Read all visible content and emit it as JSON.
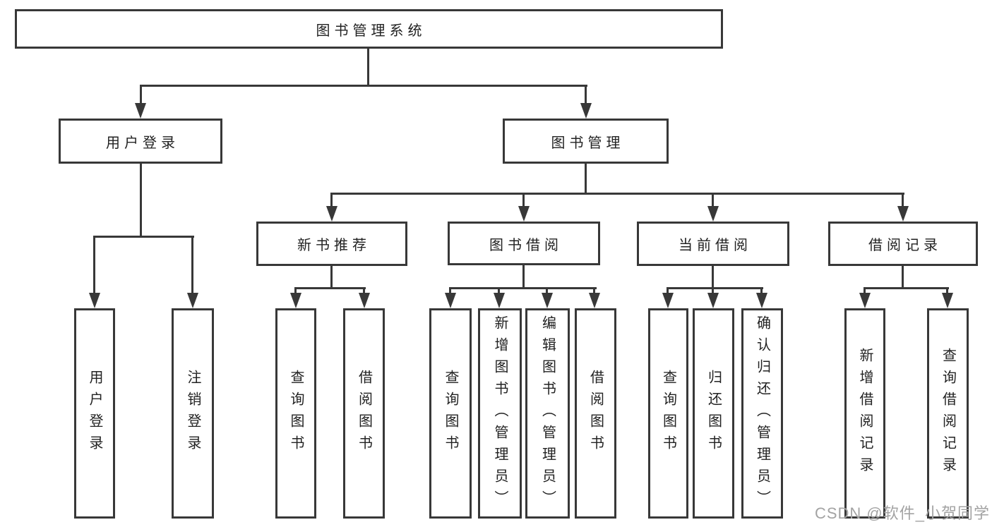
{
  "tree": {
    "root": {
      "label": "图书管理系统",
      "children": [
        {
          "label": "用户登录",
          "children": [
            {
              "label": "用户登录"
            },
            {
              "label": "注销登录"
            }
          ]
        },
        {
          "label": "图书管理",
          "children": [
            {
              "label": "新书推荐",
              "children": [
                {
                  "label": "查询图书"
                },
                {
                  "label": "借阅图书"
                }
              ]
            },
            {
              "label": "图书借阅",
              "children": [
                {
                  "label": "查询图书"
                },
                {
                  "label": "新增图书（管理员）"
                },
                {
                  "label": "编辑图书（管理员）"
                },
                {
                  "label": "借阅图书"
                }
              ]
            },
            {
              "label": "当前借阅",
              "children": [
                {
                  "label": "查询图书"
                },
                {
                  "label": "归还图书"
                },
                {
                  "label": "确认归还（管理员）"
                }
              ]
            },
            {
              "label": "借阅记录",
              "children": [
                {
                  "label": "新增借阅记录"
                },
                {
                  "label": "查询借阅记录"
                }
              ]
            }
          ]
        }
      ]
    }
  },
  "watermark": {
    "text": "CSDN @软件_小贺同学"
  },
  "colors": {
    "line": "#383838",
    "text": "#222222",
    "bg": "#ffffff",
    "watermark": "#a3a3a3"
  }
}
